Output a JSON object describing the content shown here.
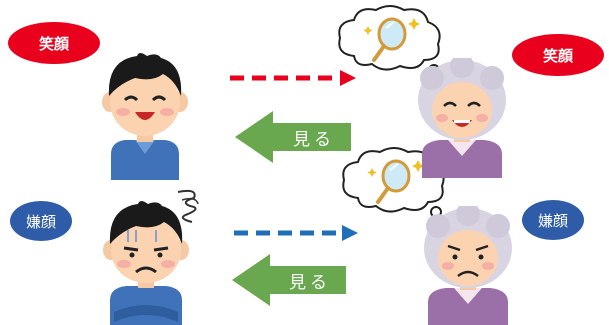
{
  "labels": {
    "top_left": "笑顔",
    "top_right": "笑顔",
    "bottom_left": "嫌顔",
    "bottom_right": "嫌顔",
    "look_top": "見る",
    "look_bottom": "見る"
  },
  "colors": {
    "smile_badge": "#e8001c",
    "sad_badge": "#2e5ca8",
    "sad_badge_text": "#ffffff",
    "look_arrow": "#6aa84f",
    "dash_red": "#e8001c",
    "dash_blue": "#1f6fb8"
  },
  "icons": {
    "smiling_boy": "smiling-boy-icon",
    "sad_boy": "sad-boy-icon",
    "smiling_grandma": "smiling-grandma-icon",
    "sad_grandma": "sad-grandma-icon",
    "mirror_thought": "mirror-thought-bubble-icon",
    "scribble": "scribble-icon"
  }
}
